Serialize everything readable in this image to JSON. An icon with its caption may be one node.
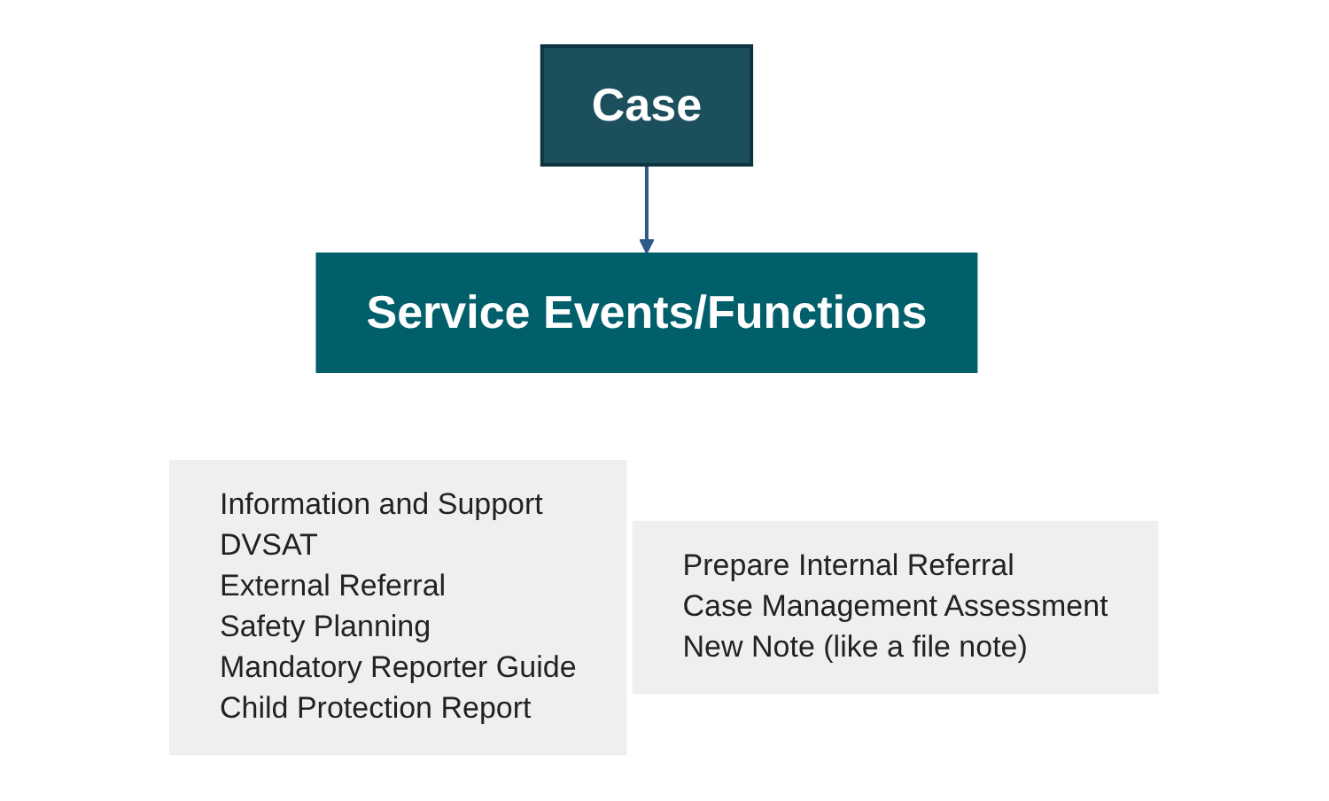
{
  "diagram": {
    "nodes": [
      {
        "text": [
          "Case"
        ]
      },
      {
        "text": [
          "Service Events/Functions"
        ]
      },
      {
        "text": [
          "Information and Support",
          "DVSAT",
          "External Referral",
          "Safety Planning",
          "Mandatory Reporter Guide",
          "Child Protection Report"
        ]
      },
      {
        "text": [
          "Prepare Internal Referral",
          "Case Management Assessment",
          "New Note (like a file note)"
        ]
      }
    ],
    "edges": [
      {
        "from": 0,
        "to": 1,
        "arrow": "to"
      }
    ]
  }
}
